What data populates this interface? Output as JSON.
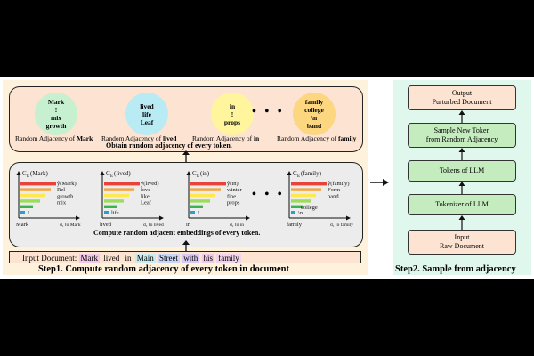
{
  "step1": {
    "caption": "Step1. Compute random adjacency of every token in document",
    "adjacency_title": "Obtain random adjacency of every token.",
    "embedding_title": "Compute random adjacent embeddings of every token.",
    "adjacency": [
      {
        "words": [
          "Mark",
          "!",
          "mix",
          "growth"
        ],
        "color": "#c6f0cf",
        "caption_prefix": "Random Adjacency of ",
        "token": "Mark"
      },
      {
        "words": [
          "lived",
          "life",
          "Leaf"
        ],
        "color": "#b9ebf5",
        "caption_prefix": "Random Adjacency of ",
        "token": "lived"
      },
      {
        "words": [
          "in",
          "!",
          "props"
        ],
        "color": "#fff59c",
        "caption_prefix": "Random Adjacency of ",
        "token": "in"
      },
      {
        "words": [
          "family",
          "college",
          "\\n",
          "band"
        ],
        "color": "#fcd780",
        "caption_prefix": "Random Adjacency of ",
        "token": "family"
      }
    ],
    "dots": "• • •",
    "embeddings": [
      {
        "ce_label": "C",
        "ce_sub": "E",
        "ce_arg": "(Mark)",
        "right_labels": [
          "ŷ(Mark)",
          "Rel",
          "growth",
          "mix"
        ],
        "lo_label": "!",
        "x_label": "Mark",
        "axis_label": "d₁ to Mark"
      },
      {
        "ce_label": "C",
        "ce_sub": "E",
        "ce_arg": "(lived)",
        "right_labels": [
          "ŷ(lived)",
          "love",
          "like",
          "Leaf"
        ],
        "lo_label": "life",
        "x_label": "lived",
        "axis_label": "d₁ to lived"
      },
      {
        "ce_label": "C",
        "ce_sub": "E",
        "ce_arg": "(in)",
        "right_labels": [
          "ŷ(in)",
          "winter",
          "fine",
          "props"
        ],
        "lo_label": "!",
        "x_label": "in",
        "axis_label": "d₁ to in"
      },
      {
        "ce_label": "C",
        "ce_sub": "E",
        "ce_arg": "(family)",
        "right_labels": [
          "ŷ(family)",
          "Form",
          "band"
        ],
        "lo_label": "\\n",
        "lo2_label": "college",
        "x_label": "family",
        "axis_label": "d₁ to family"
      }
    ],
    "input": {
      "label": "Input Document:",
      "tokens": [
        {
          "text": "Mark",
          "color": "#f3c7e8"
        },
        {
          "text": "lived",
          "color": "#fde3d1"
        },
        {
          "text": "in",
          "color": "#fde3d1"
        },
        {
          "text": "Main",
          "color": "#c9ecf2"
        },
        {
          "text": "Street",
          "color": "#c9d6f5"
        },
        {
          "text": "with",
          "color": "#d9c9f5"
        },
        {
          "text": "his",
          "color": "#f2c8e8"
        },
        {
          "text": "family",
          "color": "#f2d4ea"
        }
      ]
    }
  },
  "step2": {
    "caption": "Step2. Sample from adjacency",
    "boxes": [
      {
        "lines": [
          "Output",
          "Purturbed Document"
        ],
        "style": "pink"
      },
      {
        "lines": [
          "Sample New Token",
          "from Random Adjacency"
        ],
        "style": "green"
      },
      {
        "lines": [
          "Tokens of LLM"
        ],
        "style": "green"
      },
      {
        "lines": [
          "Tokenizer of LLM"
        ],
        "style": "green"
      },
      {
        "lines": [
          "Input",
          "Raw Document"
        ],
        "style": "pink"
      }
    ]
  }
}
